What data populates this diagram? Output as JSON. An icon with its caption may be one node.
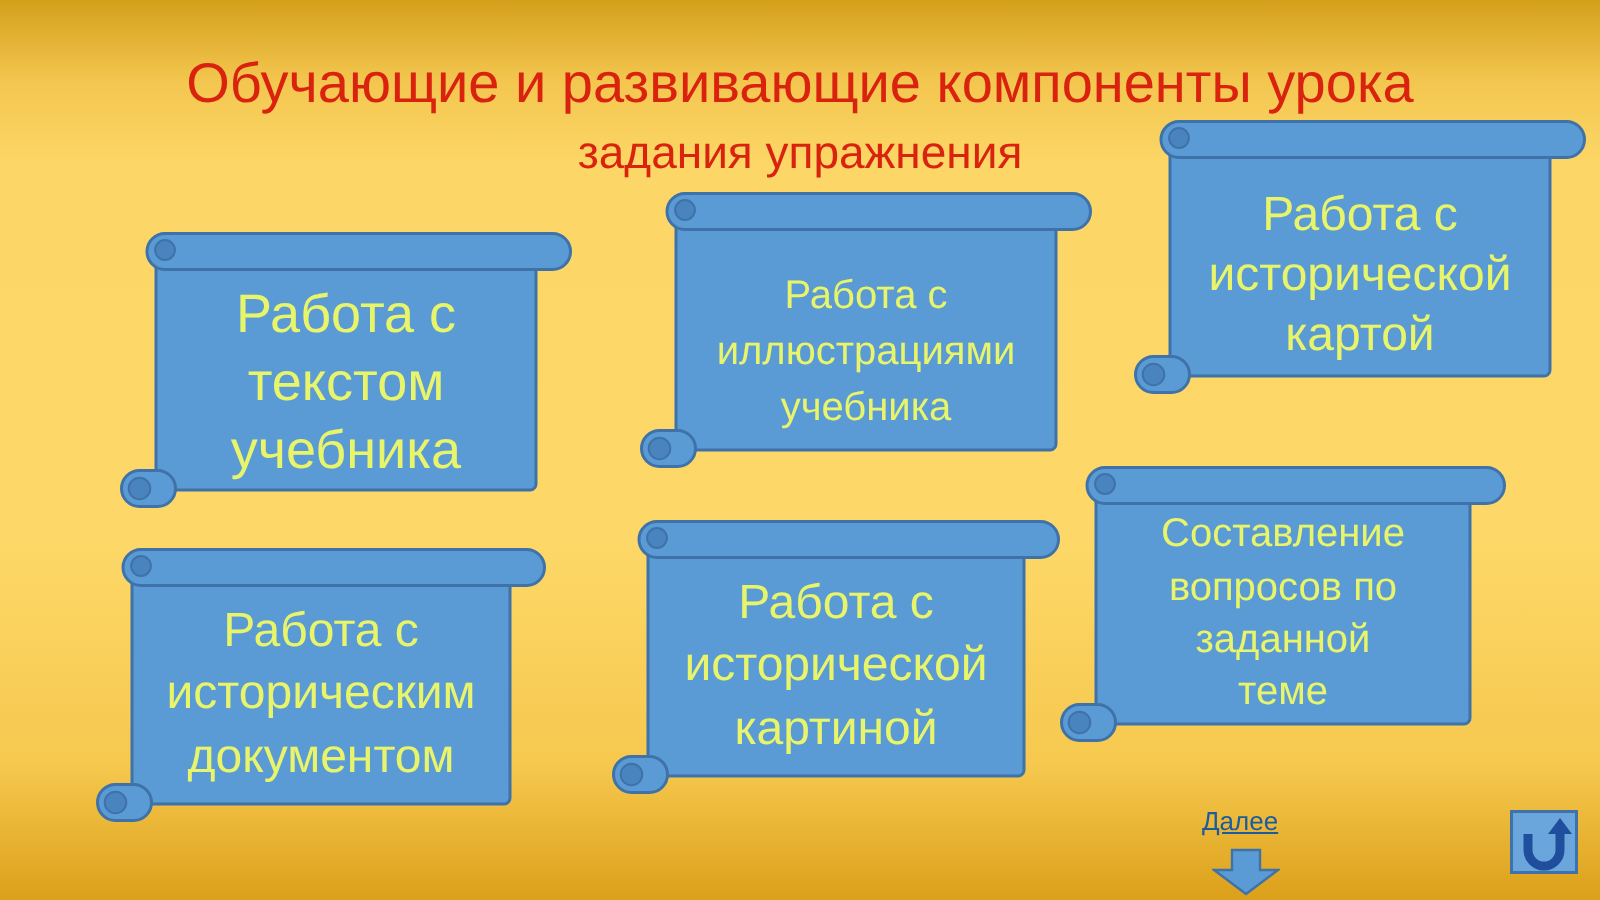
{
  "diagram": {
    "title": "Обучающие и развивающие компоненты урока",
    "nodes": [
      {
        "text": [
          "Работа с текстом учебника"
        ]
      },
      {
        "text": [
          "Работа с иллюстрациями учебника"
        ]
      },
      {
        "text": [
          "Работа с исторической картой"
        ]
      },
      {
        "text": [
          "Работа с историческим документом"
        ]
      },
      {
        "text": [
          "Работа с исторической картиной"
        ]
      },
      {
        "text": [
          "Составление вопросов по заданной теме"
        ]
      }
    ],
    "labels": [
      "задания упражнения",
      "Далее"
    ]
  }
}
